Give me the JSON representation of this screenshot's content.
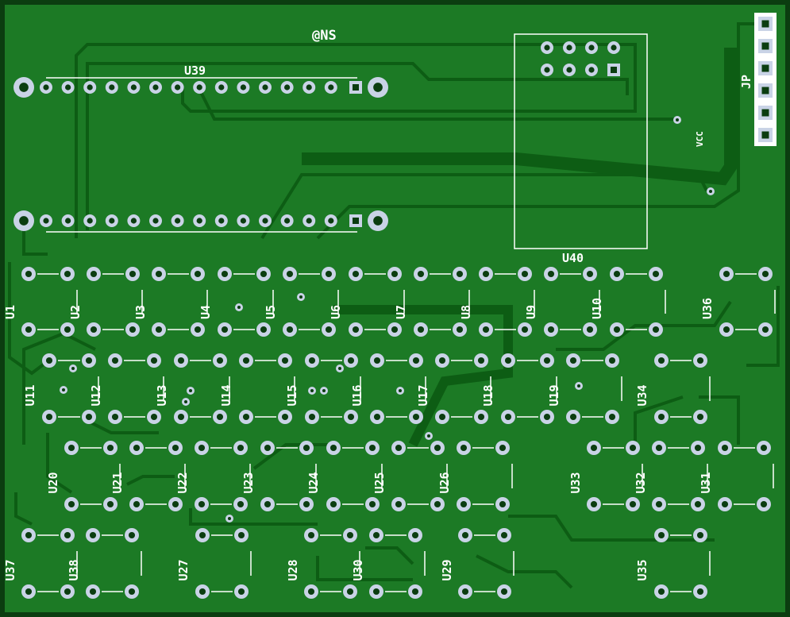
{
  "board": {
    "title": "@NS",
    "colors": {
      "substrate": "#0b3d10",
      "copper": "#1c7a25",
      "trace": "#0d5d14",
      "pad": "#c9d3e6",
      "silkscreen": "#ffffff",
      "border": "#000000"
    }
  },
  "components": {
    "u39": "U39",
    "u40": "U40",
    "jp": "JP",
    "vcc": "VCC",
    "u1": "U1",
    "u2": "U2",
    "u3": "U3",
    "u4": "U4",
    "u5": "U5",
    "u6": "U6",
    "u7": "U7",
    "u8": "U8",
    "u9": "U9",
    "u10": "U10",
    "u11": "U11",
    "u12": "U12",
    "u13": "U13",
    "u14": "U14",
    "u15": "U15",
    "u16": "U16",
    "u17": "U17",
    "u18": "U18",
    "u19": "U19",
    "u20": "U20",
    "u21": "U21",
    "u22": "U22",
    "u23": "U23",
    "u24": "U24",
    "u25": "U25",
    "u26": "U26",
    "u27": "U27",
    "u28": "U28",
    "u29": "U29",
    "u30": "U30",
    "u31": "U31",
    "u32": "U32",
    "u33": "U33",
    "u34": "U34",
    "u35": "U35",
    "u36": "U36",
    "u37": "U37",
    "u38": "U38"
  }
}
